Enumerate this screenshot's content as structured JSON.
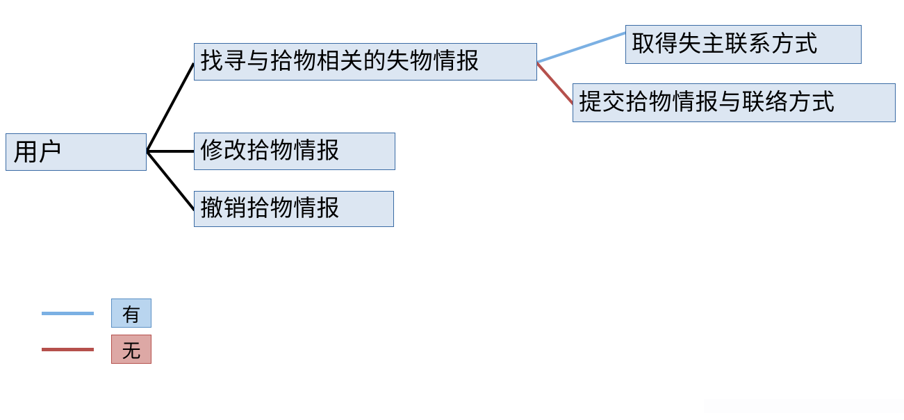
{
  "diagram": {
    "type": "use-case-tree",
    "actor": {
      "id": "user",
      "label": "用户"
    },
    "primary_nodes": [
      {
        "id": "search",
        "label": "找寻与拾物相关的失物情报"
      },
      {
        "id": "modify",
        "label": "修改拾物情报"
      },
      {
        "id": "cancel",
        "label": "撤销拾物情报"
      }
    ],
    "secondary_nodes": [
      {
        "id": "contact",
        "label": "取得失主联系方式",
        "from": "search",
        "link": "has"
      },
      {
        "id": "submit",
        "label": "提交拾物情报与联络方式",
        "from": "search",
        "link": "none"
      }
    ],
    "connectors": [
      {
        "from": "user",
        "to": "search",
        "color": "#000000",
        "style": "solid"
      },
      {
        "from": "user",
        "to": "modify",
        "color": "#000000",
        "style": "solid"
      },
      {
        "from": "user",
        "to": "cancel",
        "color": "#000000",
        "style": "solid"
      },
      {
        "from": "search",
        "to": "contact",
        "color": "#7BB0E3",
        "style": "solid"
      },
      {
        "from": "search",
        "to": "submit",
        "color": "#B5504C",
        "style": "solid"
      }
    ]
  },
  "legend": {
    "items": [
      {
        "id": "has",
        "label": "有",
        "line_color": "#7BB0E3",
        "fill_color": "#b9d5ef",
        "border_color": "#5a8fc4"
      },
      {
        "id": "none",
        "label": "无",
        "line_color": "#B5504C",
        "fill_color": "#dda8a5",
        "border_color": "#b5504c"
      }
    ]
  },
  "colors": {
    "node_fill": "#dce6f2",
    "node_border": "#3a6ba5",
    "connector_black": "#000000",
    "connector_blue": "#7BB0E3",
    "connector_red": "#B5504C",
    "background": "#ffffff"
  }
}
